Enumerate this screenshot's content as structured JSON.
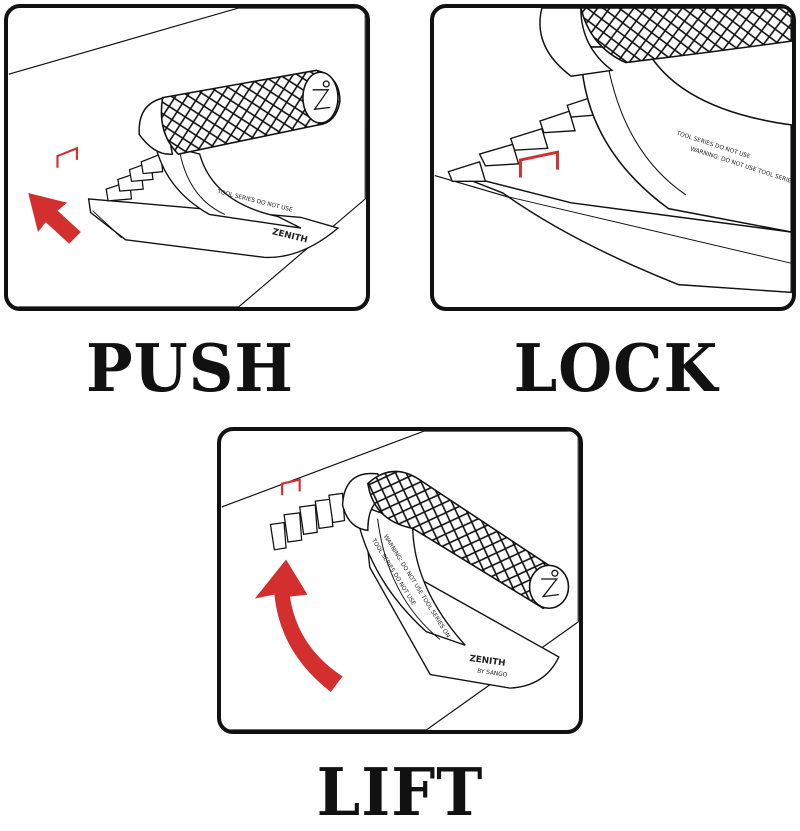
{
  "panels": [
    {
      "id": "push",
      "caption": "PUSH"
    },
    {
      "id": "lock",
      "caption": "LOCK"
    },
    {
      "id": "lift",
      "caption": "LIFT"
    }
  ],
  "tool_imprint": {
    "line1": "TOOL SERIES DO NOT USE",
    "line2": "WARNING: DO NOT USE TOOL SERIES ON",
    "brand": "ZENITH",
    "sub_brand": "BY SANGO"
  },
  "colors": {
    "arrow": "#d32f2f",
    "staple": "#d32f2f",
    "outline": "#111111",
    "background": "#ffffff"
  },
  "icons": {
    "push_arrow": "arrow-up-left-icon",
    "lift_arrow": "curved-arrow-up-icon",
    "staple": "staple-icon"
  }
}
